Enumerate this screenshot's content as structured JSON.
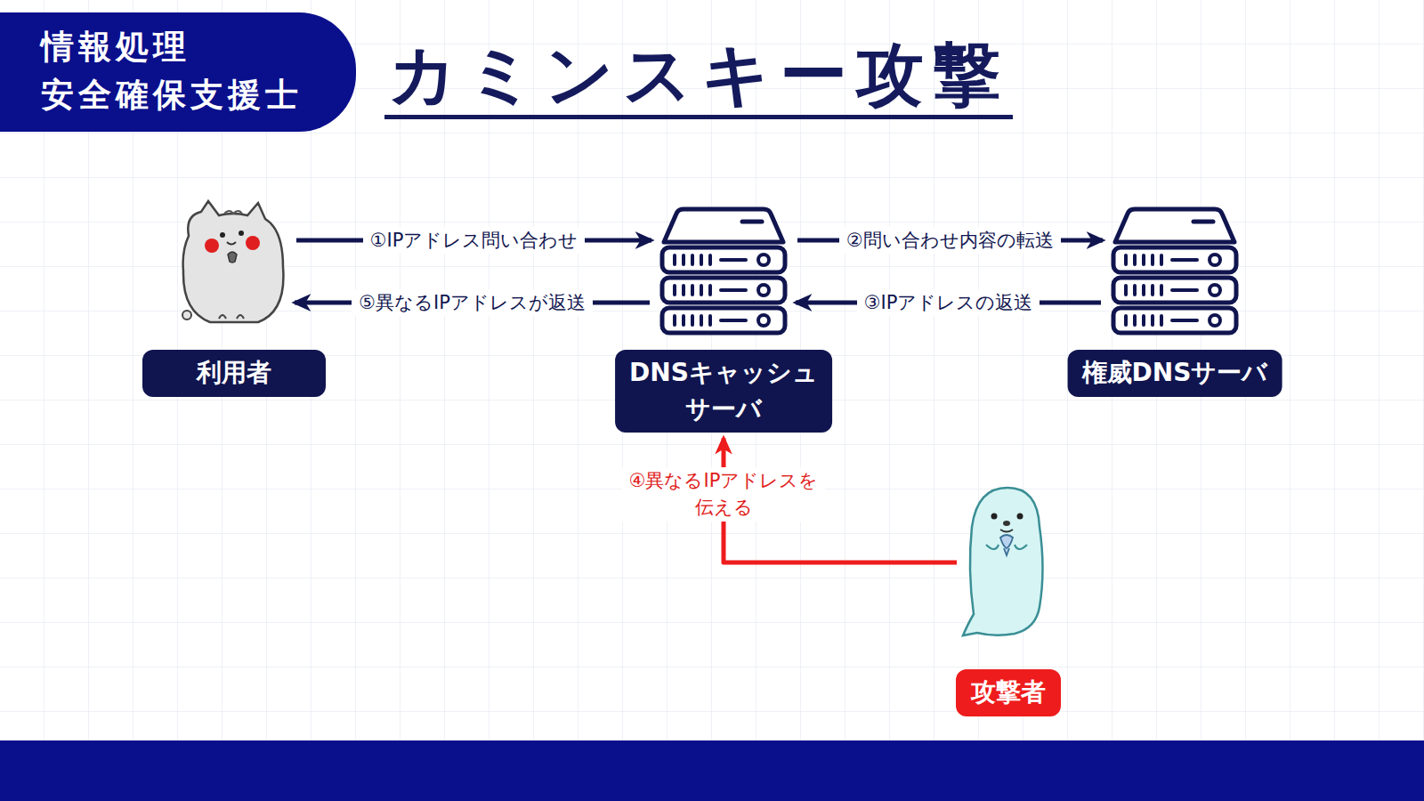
{
  "diagram": {
    "title": "カミンスキー攻撃",
    "nodes": [
      {
        "text": [
          "情報処理 安全確保支援士"
        ]
      },
      {
        "text": [
          "利用者"
        ]
      },
      {
        "text": [
          "DNSキャッシュ サーバ"
        ]
      },
      {
        "text": [
          "権威DNSサーバ"
        ]
      },
      {
        "text": [
          "攻撃者"
        ]
      }
    ],
    "edges": [
      {
        "from": 1,
        "to": 2,
        "arrow": "to",
        "label": "①IPアドレス問い合わせ"
      },
      {
        "from": 2,
        "to": 3,
        "arrow": "to",
        "label": "②問い合わせ内容の転送"
      },
      {
        "from": 3,
        "to": 2,
        "arrow": "to",
        "label": "③IPアドレスの返送"
      },
      {
        "from": 4,
        "to": 2,
        "arrow": "to",
        "label": "④異なるIPアドレスを 伝える"
      },
      {
        "from": 2,
        "to": 1,
        "arrow": "to",
        "label": "⑤異なるIPアドレスが返送"
      }
    ]
  }
}
